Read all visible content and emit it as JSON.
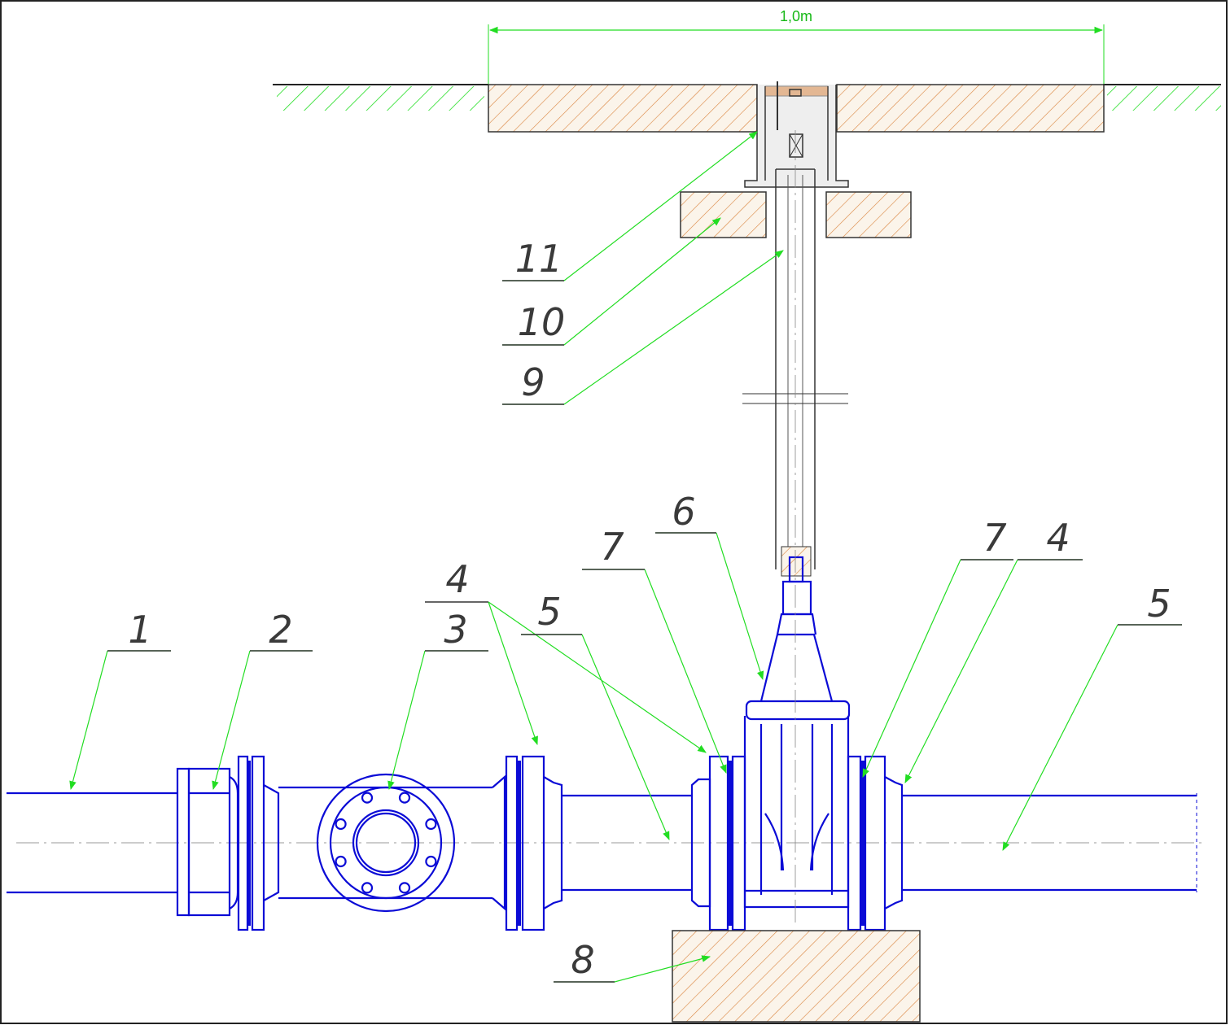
{
  "dimension": {
    "text": "1,0m"
  },
  "labels": [
    {
      "id": "1",
      "text": "1"
    },
    {
      "id": "2",
      "text": "2"
    },
    {
      "id": "3",
      "text": "3"
    },
    {
      "id": "4a",
      "text": "4"
    },
    {
      "id": "5a",
      "text": "5"
    },
    {
      "id": "7a",
      "text": "7"
    },
    {
      "id": "6",
      "text": "6"
    },
    {
      "id": "7b",
      "text": "7"
    },
    {
      "id": "4b",
      "text": "4"
    },
    {
      "id": "5b",
      "text": "5"
    },
    {
      "id": "8",
      "text": "8"
    },
    {
      "id": "9",
      "text": "9"
    },
    {
      "id": "10",
      "text": "10"
    },
    {
      "id": "11",
      "text": "11"
    }
  ],
  "colors": {
    "pipe": "#0b0bd6",
    "leader": "#22dd22",
    "concrete_hatch": "#d9823b",
    "ground_hatch": "#22dd22"
  }
}
